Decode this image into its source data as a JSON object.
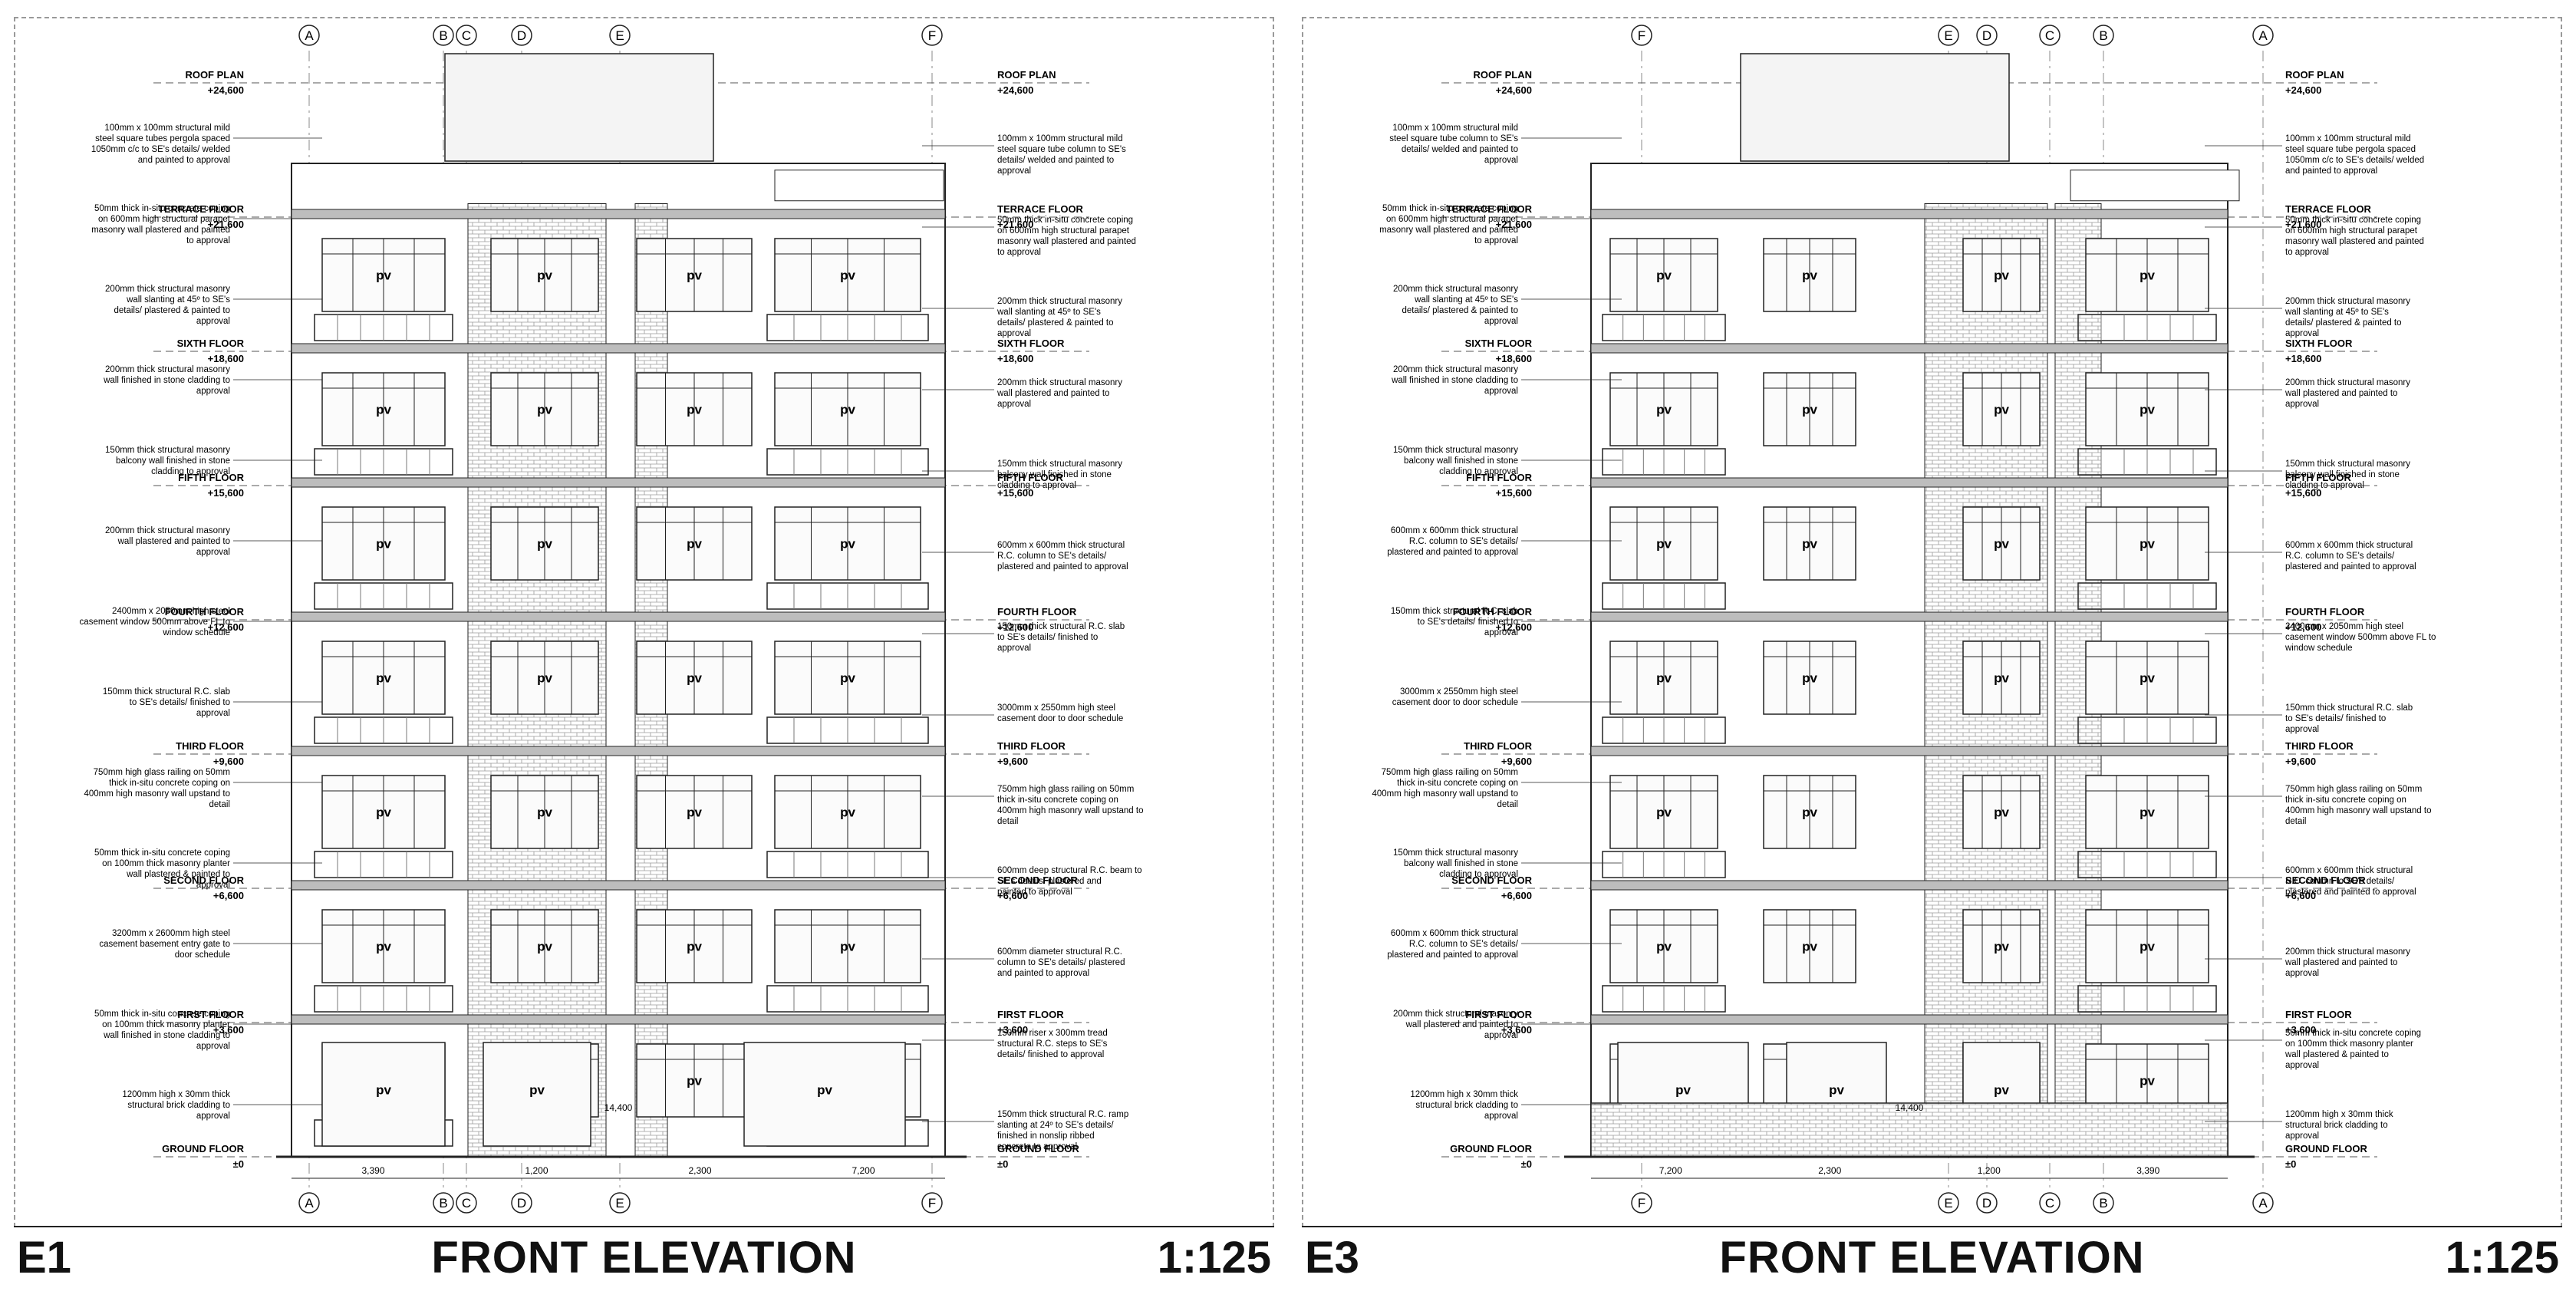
{
  "drawings": [
    {
      "id": "e1",
      "code": "E1",
      "title": "FRONT ELEVATION",
      "scale": "1:125",
      "grid_top": [
        "A",
        "B",
        "C",
        "D",
        "E",
        "F"
      ],
      "grid_bottom": [
        "A",
        "B",
        "C",
        "D",
        "E",
        "F"
      ],
      "levels": [
        {
          "name": "ROOF PLAN",
          "value": "+24,600"
        },
        {
          "name": "TERRACE FLOOR",
          "value": "+21,600"
        },
        {
          "name": "SIXTH FLOOR",
          "value": "+18,600"
        },
        {
          "name": "FIFTH FLOOR",
          "value": "+15,600"
        },
        {
          "name": "FOURTH FLOOR",
          "value": "+12,600"
        },
        {
          "name": "THIRD FLOOR",
          "value": "+9,600"
        },
        {
          "name": "SECOND FLOOR",
          "value": "+6,600"
        },
        {
          "name": "FIRST FLOOR",
          "value": "+3,600"
        },
        {
          "name": "GROUND FLOOR",
          "value": "±0"
        }
      ],
      "notes_left": [
        "100mm x 100mm structural mild steel square tubes pergola spaced 1050mm c/c to SE's details/ welded and painted to approval",
        "50mm thick in-situ concrete coping on 600mm high structural parapet masonry wall plastered and painted to approval",
        "200mm thick structural masonry wall slanting at 45º to SE's details/ plastered & painted to approval",
        "200mm thick structural masonry wall finished in stone cladding to approval",
        "150mm thick structural masonry balcony wall finished in stone cladding to approval",
        "200mm thick structural masonry wall plastered and painted to approval",
        "2400mm x 2050mm high steel casement window 500mm above FL to window schedule",
        "150mm thick structural R.C. slab to SE's details/ finished to approval",
        "750mm high glass railing on 50mm thick in-situ concrete coping on 400mm high masonry wall upstand to detail",
        "50mm thick in-situ concrete coping on 100mm thick masonry planter wall plastered & painted to approval",
        "3200mm x 2600mm high steel casement basement entry gate to door schedule",
        "50mm thick in-situ concrete coping on 100mm thick masonry planter wall finished in stone cladding to approval",
        "1200mm high x 30mm thick structural brick cladding to approval"
      ],
      "notes_right": [
        "100mm x 100mm structural mild steel square tube column to SE's details/ welded and painted to approval",
        "50mm thick in-situ concrete coping on 600mm high structural parapet masonry wall plastered and painted to approval",
        "200mm thick structural masonry wall slanting at 45º to SE's details/ plastered & painted to approval",
        "200mm thick structural masonry wall plastered and painted to approval",
        "150mm thick structural masonry balcony wall finished in stone cladding to approval",
        "600mm x 600mm thick structural R.C. column to SE's details/ plastered and painted to approval",
        "150mm thick structural R.C. slab to SE's details/ finished to approval",
        "3000mm x 2550mm high steel casement door to door schedule",
        "750mm high glass railing on 50mm thick in-situ concrete coping on 400mm high masonry wall upstand to detail",
        "600mm deep structural R.C. beam to SE's details/ plastered and painted to approval",
        "600mm diameter structural R.C. column to SE's details/ plastered and painted to approval",
        "150mm riser x 300mm tread structural R.C. steps to SE's details/ finished to approval",
        "150mm thick structural R.C. ramp slanting at 24º to SE's details/ finished in nonslip ribbed concrete to approval"
      ],
      "dims_bottom": [
        "3,390",
        "1,200",
        "2,300",
        "7,200"
      ],
      "overall_dim": "14,400",
      "window_tag": "pv"
    },
    {
      "id": "e3",
      "code": "E3",
      "title": "FRONT ELEVATION",
      "scale": "1:125",
      "grid_top": [
        "F",
        "E",
        "D",
        "C",
        "B",
        "A"
      ],
      "grid_bottom": [
        "F",
        "E",
        "D",
        "C",
        "B",
        "A"
      ],
      "levels": [
        {
          "name": "ROOF PLAN",
          "value": "+24,600"
        },
        {
          "name": "TERRACE FLOOR",
          "value": "+21,600"
        },
        {
          "name": "SIXTH FLOOR",
          "value": "+18,600"
        },
        {
          "name": "FIFTH FLOOR",
          "value": "+15,600"
        },
        {
          "name": "FOURTH FLOOR",
          "value": "+12,600"
        },
        {
          "name": "THIRD FLOOR",
          "value": "+9,600"
        },
        {
          "name": "SECOND FLOOR",
          "value": "+6,600"
        },
        {
          "name": "FIRST FLOOR",
          "value": "+3,600"
        },
        {
          "name": "GROUND FLOOR",
          "value": "±0"
        }
      ],
      "notes_left": [
        "100mm x 100mm structural mild steel square tube column to SE's details/ welded and painted to approval",
        "50mm thick in-situ concrete coping on 600mm high structural parapet masonry wall plastered and painted to approval",
        "200mm thick structural masonry wall slanting at 45º to SE's details/ plastered & painted to approval",
        "200mm thick structural masonry wall finished in stone cladding to approval",
        "150mm thick structural masonry balcony wall finished in stone cladding to approval",
        "600mm x 600mm thick structural R.C. column to SE's details/ plastered and painted to approval",
        "150mm thick structural R.C. slab to SE's details/ finished to approval",
        "3000mm x 2550mm high steel casement door to door schedule",
        "750mm high glass railing on 50mm thick in-situ concrete coping on 400mm high masonry wall upstand to detail",
        "150mm thick structural masonry balcony wall finished in stone cladding to approval",
        "600mm x 600mm thick structural R.C. column to SE's details/ plastered and painted to approval",
        "200mm thick structural masonry wall plastered and painted to approval",
        "1200mm high x 30mm thick structural brick cladding to approval"
      ],
      "notes_right": [
        "100mm x 100mm structural mild steel square tube pergola spaced 1050mm c/c to SE's details/ welded and painted to approval",
        "50mm thick in-situ concrete coping on 600mm high structural parapet masonry wall plastered and painted to approval",
        "200mm thick structural masonry wall slanting at 45º to SE's details/ plastered & painted to approval",
        "200mm thick structural masonry wall plastered and painted to approval",
        "150mm thick structural masonry balcony wall finished in stone cladding to approval",
        "600mm x 600mm thick structural R.C. column to SE's details/ plastered and painted to approval",
        "2400mm x 2050mm high steel casement window 500mm above FL to window schedule",
        "150mm thick structural R.C. slab to SE's details/ finished to approval",
        "750mm high glass railing on 50mm thick in-situ concrete coping on 400mm high masonry wall upstand to detail",
        "600mm x 600mm thick structural R.C. column to SE's details/ plastered and painted to approval",
        "200mm thick structural masonry wall plastered and painted to approval",
        "50mm thick in-situ concrete coping on 100mm thick masonry planter wall plastered & painted to approval",
        "1200mm high x 30mm thick structural brick cladding to approval"
      ],
      "dims_bottom": [
        "7,200",
        "2,300",
        "1,200",
        "3,390"
      ],
      "overall_dim": "14,400",
      "window_tag": "pv"
    }
  ],
  "colors": {
    "line": "#222222",
    "hatch": "#bdbdbd",
    "brick": "#9a9a9a",
    "paper": "#ffffff"
  }
}
